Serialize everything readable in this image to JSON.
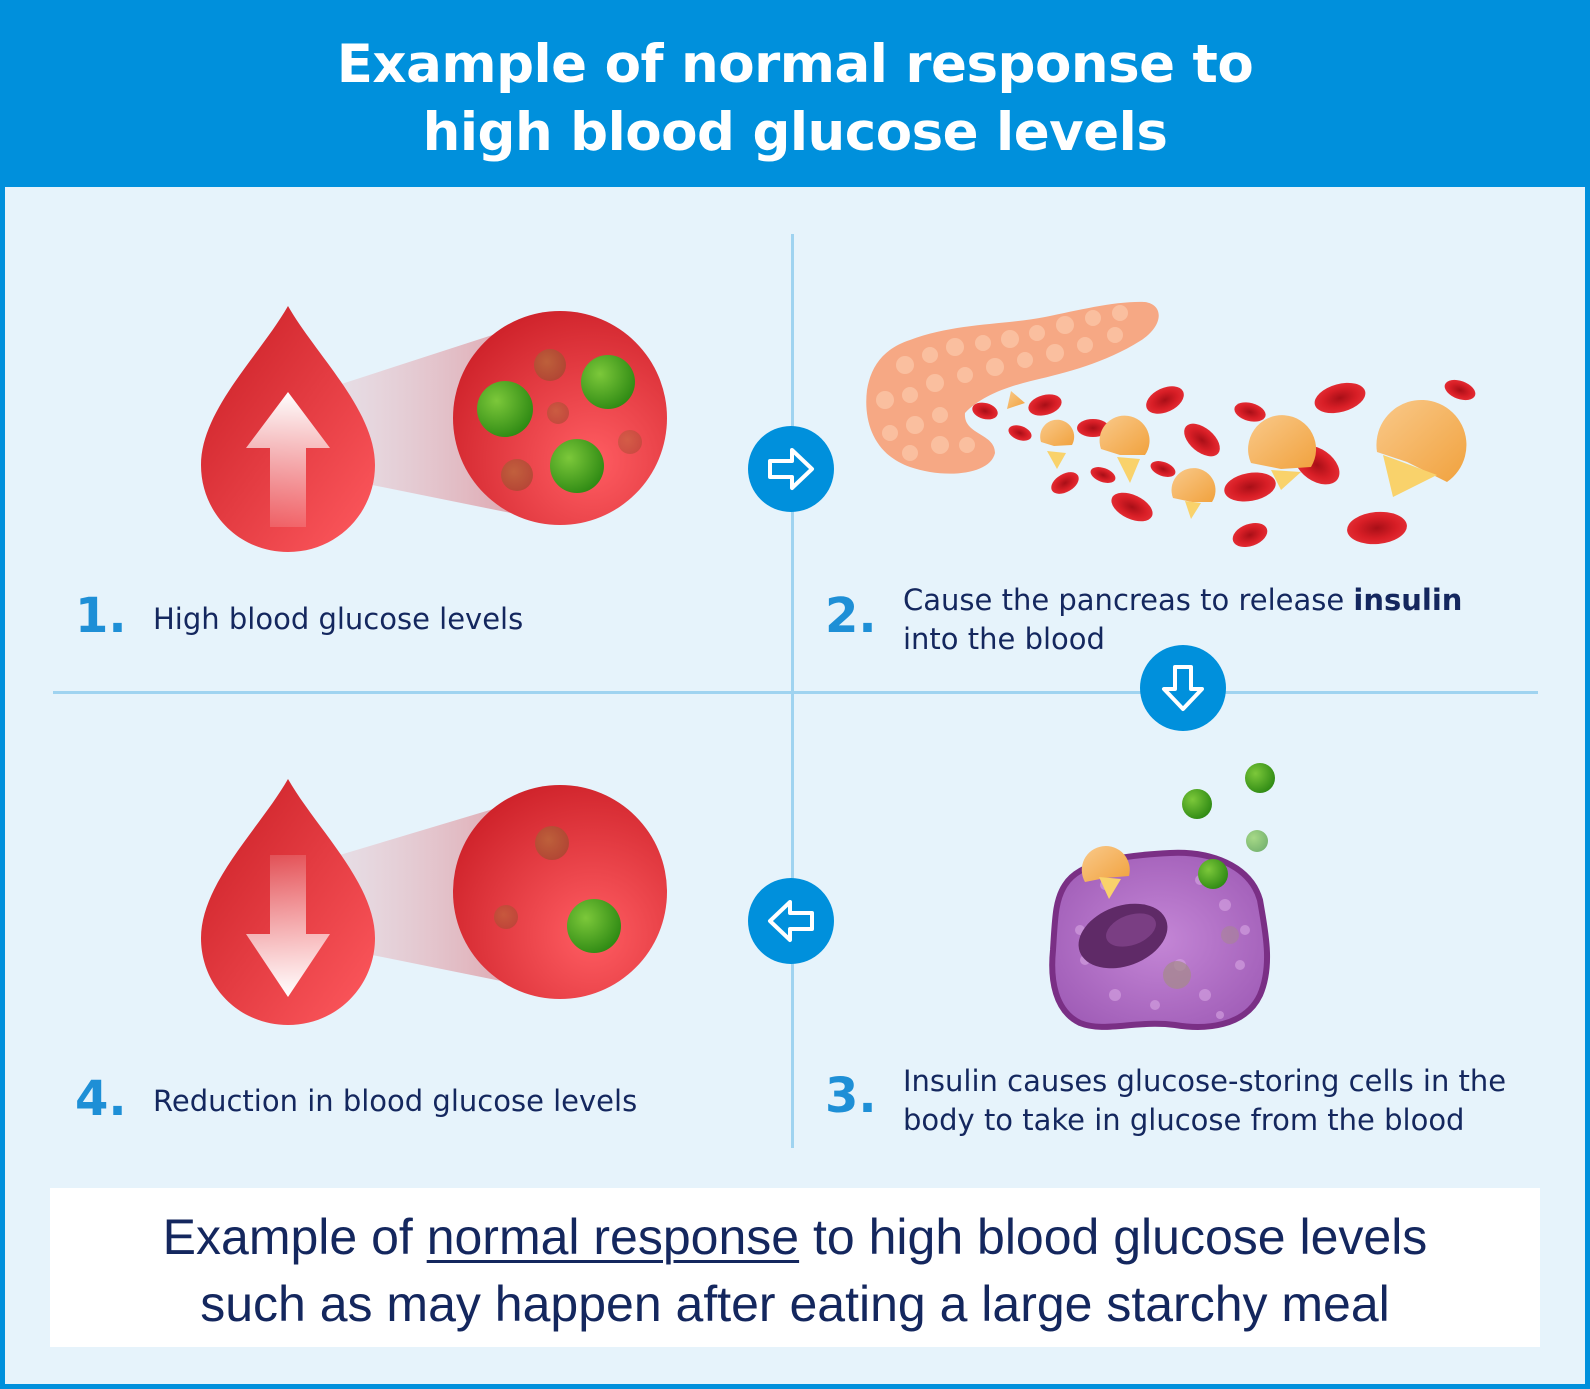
{
  "header": {
    "title_line1": "Example of normal response to",
    "title_line2": "high blood glucose levels"
  },
  "steps": [
    {
      "number": "1.",
      "text": "High blood glucose levels"
    },
    {
      "number": "2.",
      "text_before": "Cause the pancreas to release ",
      "text_bold": "insulin",
      "text_after": "into the blood"
    },
    {
      "number": "3.",
      "line1": "Insulin causes glucose-storing cells in the",
      "line2": "body to take in glucose from the blood"
    },
    {
      "number": "4.",
      "text": "Reduction in blood glucose levels"
    }
  ],
  "footer": {
    "line1_before": "Example of ",
    "line1_underlined": "normal response",
    "line1_after": " to high blood glucose levels",
    "line2": "such as may happen after eating a large starchy meal"
  },
  "colors": {
    "accent_blue": "#0090dc",
    "text_navy": "#14275e",
    "blood_red": "#e8333a",
    "glucose_green": "#5aa822",
    "cell_purple": "#b071c4",
    "insulin_orange": "#f6b65e"
  },
  "icons": {
    "arrow_right": "arrow-right-icon",
    "arrow_down": "arrow-down-icon",
    "arrow_left": "arrow-left-icon"
  }
}
